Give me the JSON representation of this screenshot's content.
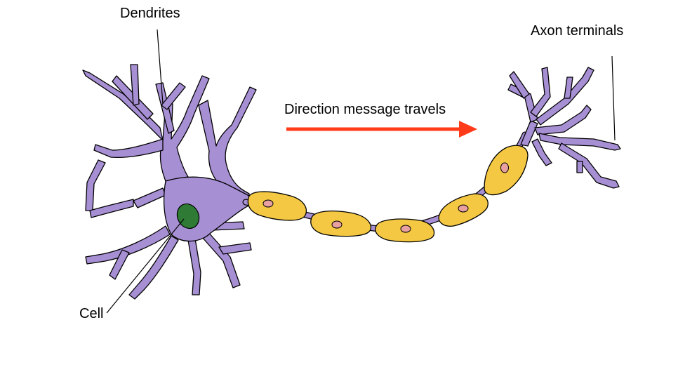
{
  "labels": {
    "dendrites": "Dendrites",
    "axon_terminals": "Axon terminals",
    "direction": "Direction message travels",
    "cell": "Cell"
  },
  "colors": {
    "neuron_body": "#a78fd4",
    "myelin_sheath": "#f4c842",
    "sheath_nucleus": "#e8a0a0",
    "cell_nucleus": "#2f7a35",
    "arrow": "#ff3b1a",
    "outline": "#000000"
  }
}
